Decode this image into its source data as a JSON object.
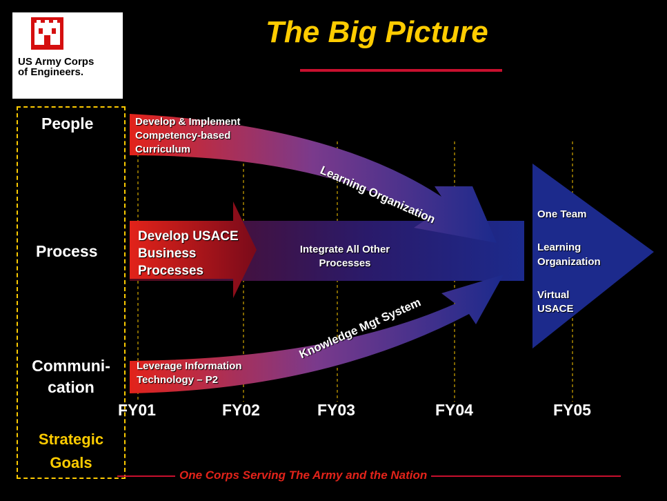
{
  "logo": {
    "name_lines": [
      "US Army Corps",
      "of Engineers."
    ]
  },
  "title": "The Big Picture",
  "strategic_goals": {
    "rows": [
      "People",
      "Process",
      "Communi-\ncation"
    ],
    "caption": "Strategic\nGoals"
  },
  "timeline": [
    "FY01",
    "FY02",
    "FY03",
    "FY04",
    "FY05"
  ],
  "arrows": {
    "people_label": "Develop & Implement\nCompetency-based\nCurriculum",
    "people_result": "Learning Organization",
    "process_label": "Develop USACE\nBusiness\nProcesses",
    "process_result": "Integrate All Other\nProcesses",
    "comm_label": "Leverage Information\nTechnology – P2",
    "comm_result": "Knowledge Mgt System"
  },
  "outcomes": {
    "one_team": "One Team",
    "learning_org": "Learning\nOrganization",
    "virtual": "Virtual\nUSACE"
  },
  "footer": "One Corps Serving The Army and the Nation",
  "colors": {
    "title": "#ffcc00",
    "accent": "#c8102e",
    "arrow_start": "#e2231a",
    "arrow_end": "#1c2a8c"
  }
}
